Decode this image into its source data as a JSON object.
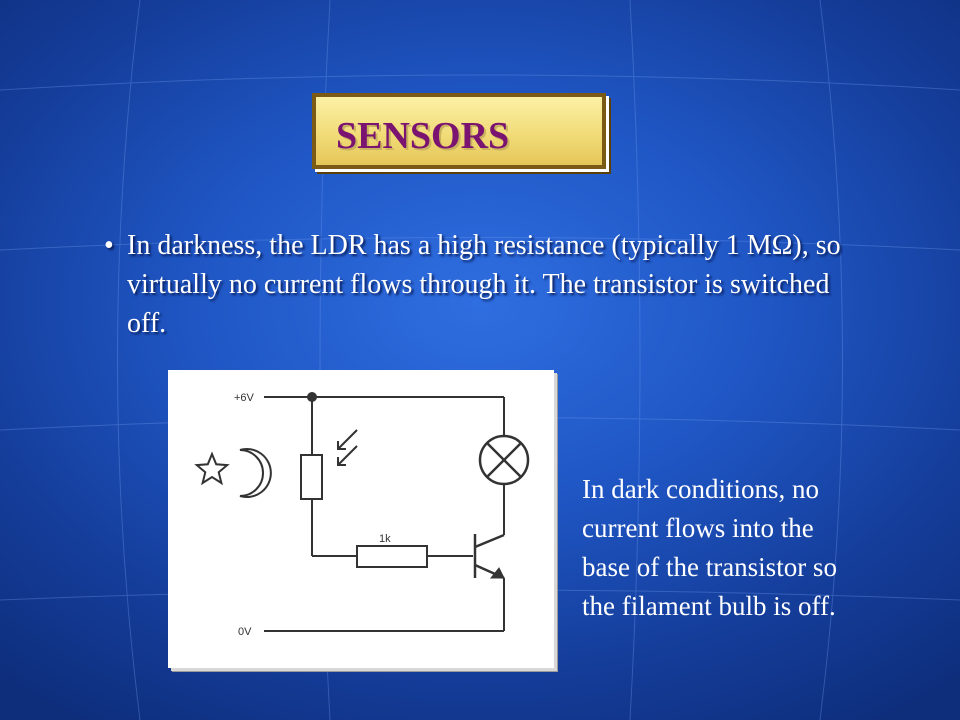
{
  "slide": {
    "title": "SENSORS",
    "bullet": {
      "marker": "•",
      "text": "In darkness, the LDR has a high resistance (typically 1 MΩ), so virtually no current flows through it. The transistor is switched off."
    },
    "diagram": {
      "supply_label": "+6V",
      "ground_label": "0V",
      "resistor_label": "1k",
      "icons": [
        "star-icon",
        "moon-icon",
        "ldr-icon",
        "lamp-icon",
        "transistor-icon",
        "resistor-icon"
      ]
    },
    "caption": "In dark conditions, no current flows into the base of the transistor so the filament bulb is off.",
    "colors": {
      "background": "#1f56c4",
      "title_box": "#f1dc78",
      "title_text": "#7a1470",
      "text": "#ffffff"
    }
  }
}
